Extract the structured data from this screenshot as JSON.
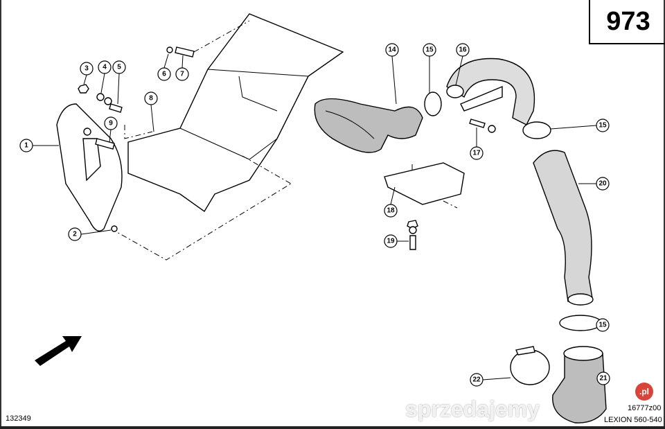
{
  "page_number": "973",
  "doc_code": "132349",
  "drawing_code": "16777z00",
  "model": "LEXION 560-540",
  "watermark": "sprzedajemy",
  "watermark_badge": ".pl",
  "callouts": [
    "1",
    "2",
    "3",
    "4",
    "5",
    "6",
    "7",
    "8",
    "9",
    "14",
    "15",
    "16",
    "15",
    "17",
    "18",
    "19",
    "20",
    "15",
    "21",
    "22"
  ]
}
